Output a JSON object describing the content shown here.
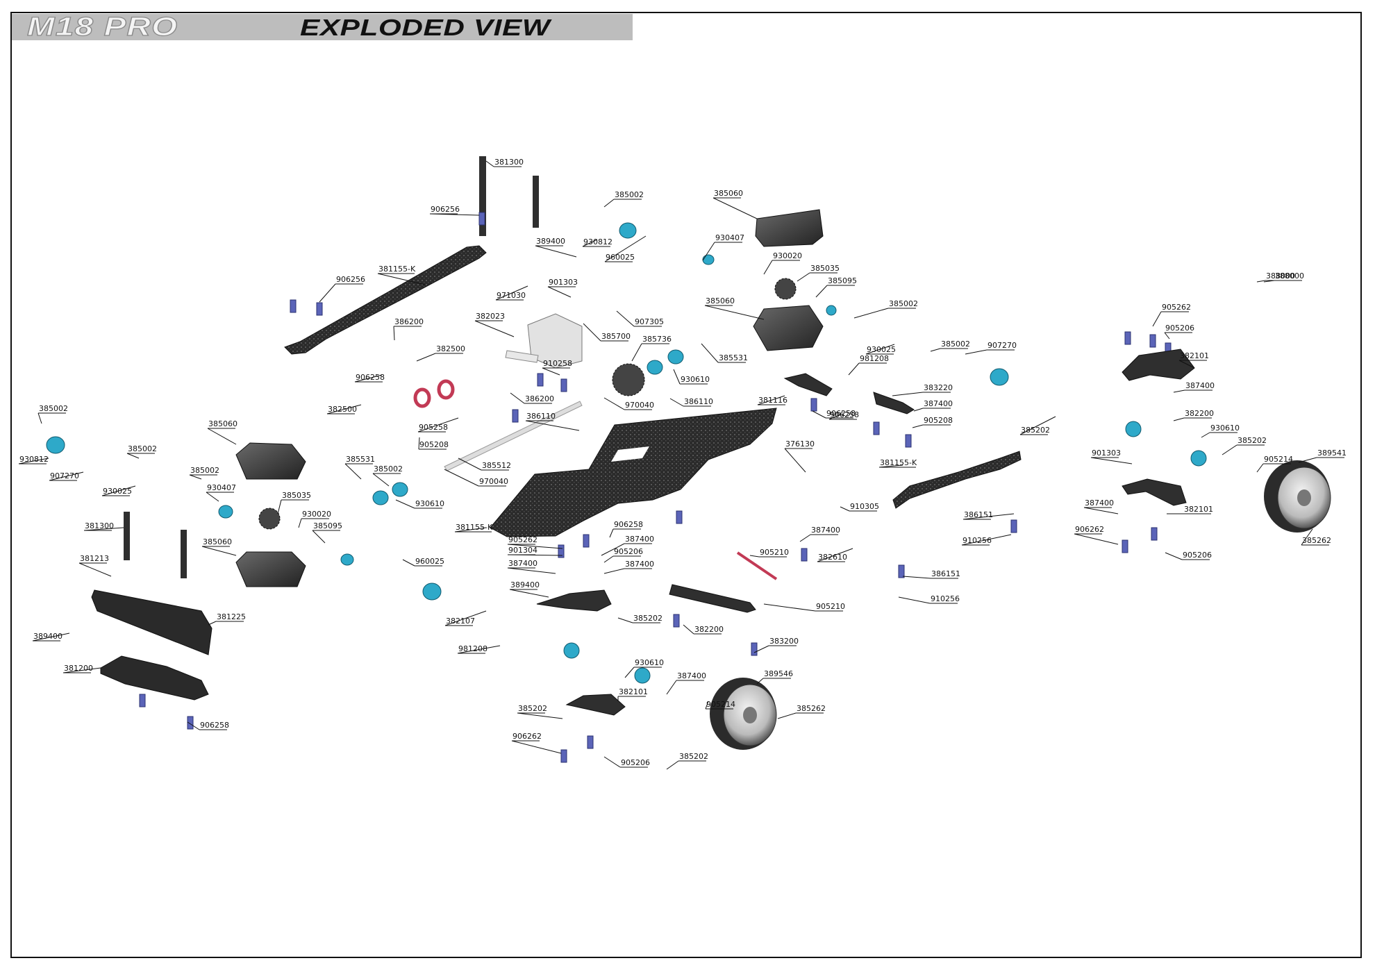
{
  "header": {
    "model": "M18 PRO",
    "view": "EXPLODED VIEW"
  },
  "colors": {
    "bearing": "#2ea9c9",
    "screw": "#5b64b8",
    "carbon": "#2b2b2b",
    "plastic": "#3a3a3a",
    "red_part": "#c23a55",
    "title_bar": "#bdbdbd"
  },
  "part_labels": [
    "381300",
    "906256",
    "385002",
    "385060",
    "389400",
    "930812",
    "960025",
    "930407",
    "930020",
    "381155-K",
    "906256",
    "971030",
    "901303",
    "385035",
    "385095",
    "385060",
    "385002",
    "386200",
    "382023",
    "385700",
    "907305",
    "385736",
    "385531",
    "930025",
    "385002",
    "907270",
    "382500",
    "906258",
    "910258",
    "930610",
    "386110",
    "981208",
    "383220",
    "381116",
    "906258",
    "387400",
    "905208",
    "382500",
    "386200",
    "970040",
    "385002",
    "905208",
    "905258",
    "385202",
    "385060",
    "930812",
    "907270",
    "385002",
    "385002",
    "930025",
    "930407",
    "385035",
    "930020",
    "385095",
    "381300",
    "385531",
    "930610",
    "385512",
    "970040",
    "386110",
    "381155-K",
    "376130",
    "385060",
    "381213",
    "381225",
    "389400",
    "381200",
    "906258",
    "385002",
    "960025",
    "905262",
    "901304",
    "387400",
    "906258",
    "387400",
    "905206",
    "387400",
    "387400",
    "905210",
    "382610",
    "389400",
    "382107",
    "981208",
    "385202",
    "930610",
    "382200",
    "905210",
    "383200",
    "387400",
    "385202",
    "905214",
    "389546",
    "382101",
    "385202",
    "906262",
    "905206",
    "385262",
    "388000",
    "381155-K",
    "386151",
    "910256",
    "386151",
    "910256",
    "910305",
    "906258",
    "388000",
    "905262",
    "905206",
    "382101",
    "387400",
    "382200",
    "930610",
    "901303",
    "385202",
    "905214",
    "389541",
    "387400",
    "906262",
    "905206",
    "382101",
    "385262"
  ]
}
